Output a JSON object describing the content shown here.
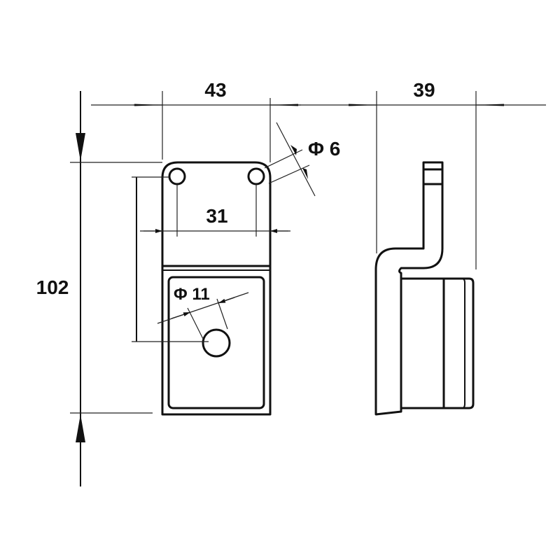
{
  "drawing": {
    "dimensions": {
      "width_front": "43",
      "width_side": "39",
      "height": "102",
      "hole_spacing": "31",
      "small_hole_diameter": "Φ 6",
      "large_hole_diameter": "Φ 11"
    },
    "line_color": "#111111",
    "background": "#ffffff"
  }
}
